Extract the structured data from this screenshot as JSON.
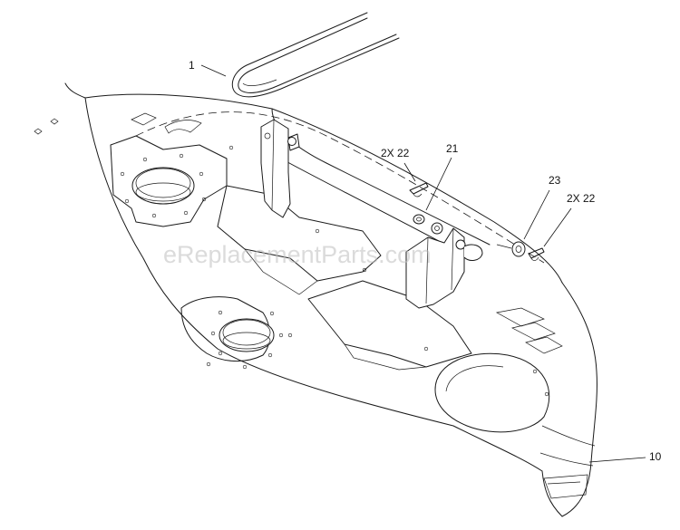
{
  "watermark": "eReplacementParts.com",
  "callouts": {
    "belt": "1",
    "pin_left": "2X 22",
    "bracket": "21",
    "washer": "23",
    "pin_right": "2X 22",
    "deck": "10"
  },
  "colors": {
    "line": "#1a1a1a",
    "background": "#ffffff",
    "watermark": "#bfbfbf"
  }
}
